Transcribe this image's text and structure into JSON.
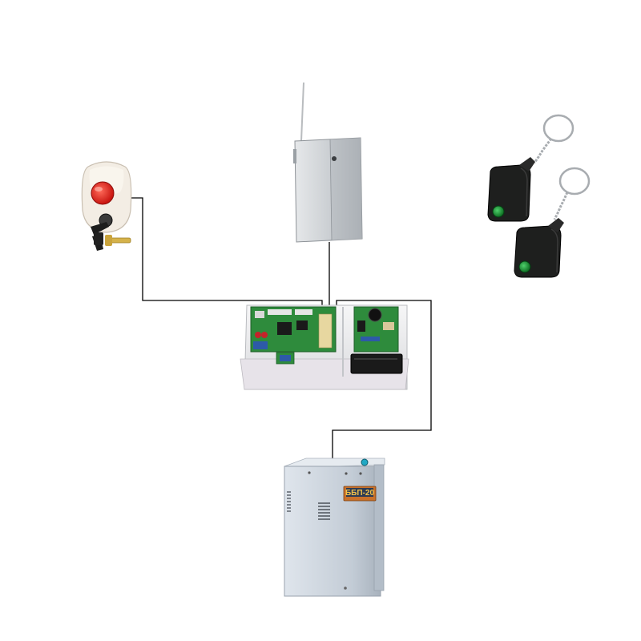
{
  "diagram": {
    "nodes": {
      "panic_button": {
        "name": "panic-button-device"
      },
      "radio_module": {
        "name": "radio-module-device"
      },
      "key_fobs": {
        "name": "key-fob-transmitters",
        "count": 2
      },
      "control_board": {
        "name": "control-panel-board"
      },
      "power_supply": {
        "name": "backup-power-supply",
        "label": "ББП-20"
      }
    },
    "connections": [
      {
        "from": "panic_button",
        "to": "control_board"
      },
      {
        "from": "radio_module",
        "to": "control_board"
      },
      {
        "from": "control_board",
        "to": "power_supply"
      }
    ],
    "colors": {
      "wire": "#000000",
      "button_red": "#d61e1e",
      "fob_body": "#1c1c1c",
      "fob_button": "#1a9b3a",
      "pcb_green": "#2e8b3c",
      "housing_gray": "#cfd3d6",
      "psu_blue_gray": "#c7d1dc",
      "psu_label_bg": "#c8702a"
    }
  }
}
